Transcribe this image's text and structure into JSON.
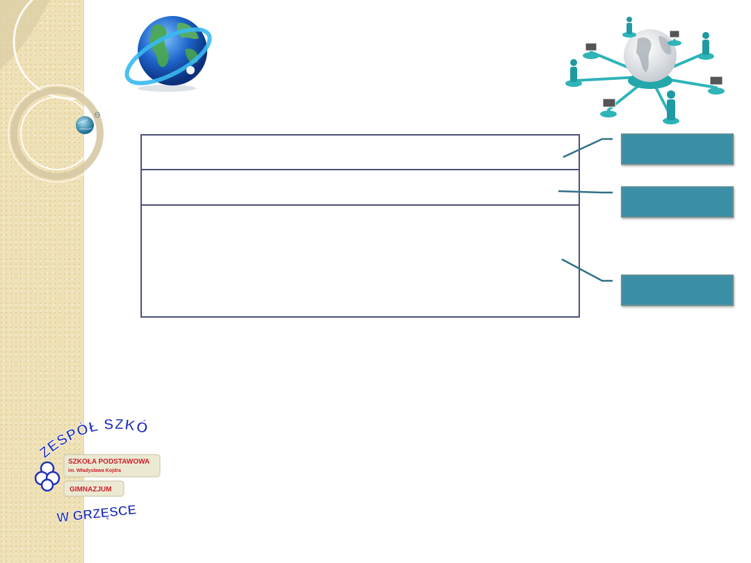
{
  "slide": {
    "boxes": [
      {
        "text": ""
      },
      {
        "text": ""
      },
      {
        "text": ""
      }
    ],
    "tags": [
      {
        "label": ""
      },
      {
        "label": ""
      },
      {
        "label": ""
      }
    ]
  },
  "logo": {
    "line1": "ZESPÓŁ SZKÓŁ",
    "line2": "SZKOŁA PODSTAWOWA",
    "line3": "im. Władysława Kojdra",
    "line4": "GIMNAZJUM",
    "line5": "W GRZĘSCE"
  },
  "colors": {
    "tag": "#3a8fa6",
    "border": "#4a4f78",
    "strip": "#efe1b6",
    "logo_blue": "#1f2fb8",
    "logo_red": "#cc1f2a"
  },
  "icons": {
    "globe_left": "globe-orbit-icon",
    "network_right": "network-globe-icon",
    "small_globe": "small-globe-icon"
  }
}
